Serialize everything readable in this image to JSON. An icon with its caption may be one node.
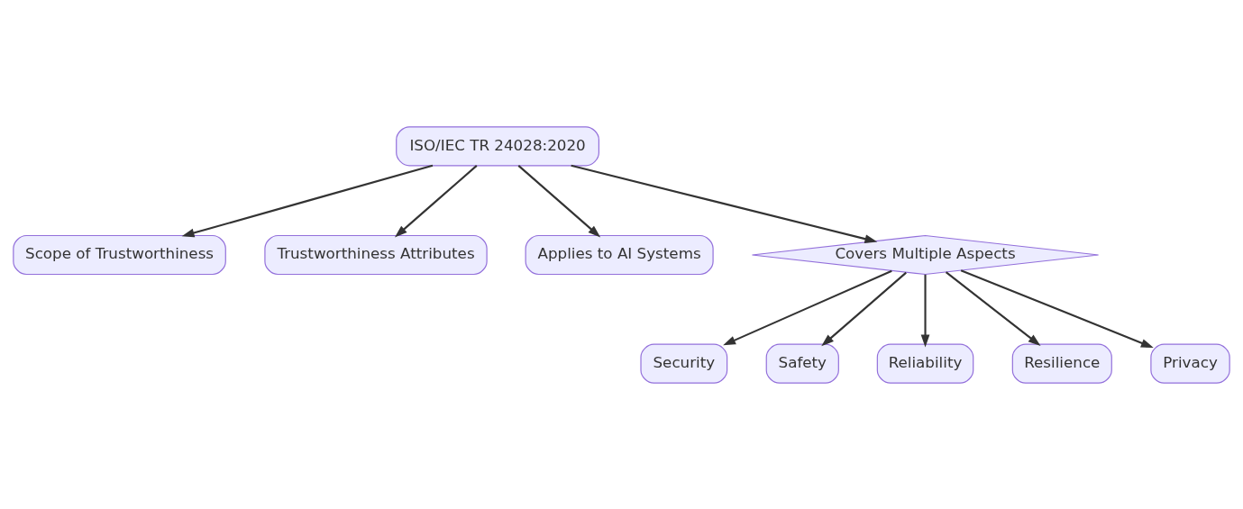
{
  "diagram": {
    "nodes": [
      {
        "text": [
          "ISO/IEC TR 24028:2020"
        ]
      },
      {
        "text": [
          "Scope of Trustworthiness"
        ]
      },
      {
        "text": [
          "Trustworthiness Attributes"
        ]
      },
      {
        "text": [
          "Applies to AI Systems"
        ]
      },
      {
        "text": [
          "Covers Multiple Aspects"
        ]
      },
      {
        "text": [
          "Security"
        ]
      },
      {
        "text": [
          "Safety"
        ]
      },
      {
        "text": [
          "Reliability"
        ]
      },
      {
        "text": [
          "Resilience"
        ]
      },
      {
        "text": [
          "Privacy"
        ]
      }
    ],
    "edges": [
      {
        "from": 0,
        "to": 1,
        "arrow": "to"
      },
      {
        "from": 0,
        "to": 2,
        "arrow": "to"
      },
      {
        "from": 0,
        "to": 3,
        "arrow": "to"
      },
      {
        "from": 0,
        "to": 4,
        "arrow": "to"
      },
      {
        "from": 4,
        "to": 5,
        "arrow": "to"
      },
      {
        "from": 4,
        "to": 6,
        "arrow": "to"
      },
      {
        "from": 4,
        "to": 7,
        "arrow": "to"
      },
      {
        "from": 4,
        "to": 8,
        "arrow": "to"
      },
      {
        "from": 4,
        "to": 9,
        "arrow": "to"
      }
    ]
  }
}
